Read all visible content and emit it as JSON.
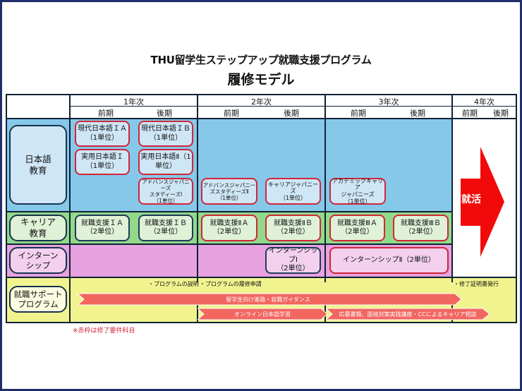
{
  "title": "THU留学生ステップアップ就職支援プログラム",
  "subtitle": "履修モデル",
  "years": [
    {
      "label": "1年次",
      "terms": [
        "前期",
        "後期"
      ]
    },
    {
      "label": "2年次",
      "terms": [
        "前期",
        "後期"
      ]
    },
    {
      "label": "3年次",
      "terms": [
        "前期",
        "後期"
      ]
    },
    {
      "label": "4年次",
      "terms": [
        "前期",
        "後期"
      ]
    }
  ],
  "categories": {
    "japanese": "日本語\n教育",
    "career": "キャリア\n教育",
    "internship": "インターン\nシップ",
    "support": "就職サポート\nプログラム"
  },
  "japanese_courses": [
    {
      "name": "現代日本語ＩＡ\n（1単位）",
      "required": true
    },
    {
      "name": "現代日本語ＩＢ\n（1単位）",
      "required": true
    },
    {
      "name": "実用日本語Ｉ\n（1単位）",
      "required": true
    },
    {
      "name": "実用日本語Ⅱ（1\n単位）",
      "required": true
    },
    {
      "name": "アドバンスジャパニーズ\nスタディーズⅠ\n（1単位）",
      "required": true
    },
    {
      "name": "アドバンスジャパニー\nズスタディーズⅡ\n（1単位）",
      "required": true
    },
    {
      "name": "キャリアジャパニーズ\n（1単位）",
      "required": true
    },
    {
      "name": "アカデミックキャリア\nジャパニーズ\n（1単位）",
      "required": true
    }
  ],
  "career_courses": [
    {
      "name": "就職支援ＩＡ\n（2単位）",
      "required": false
    },
    {
      "name": "就職支援ＩＢ\n（2単位）",
      "required": false
    },
    {
      "name": "就職支援ⅡＡ\n（2単位）",
      "required": true
    },
    {
      "name": "就職支援ⅡＢ\n（2単位）",
      "required": true
    },
    {
      "name": "就職支援ⅢＡ\n（2単位）",
      "required": true
    },
    {
      "name": "就職支援ⅢＢ\n（2単位）",
      "required": true
    }
  ],
  "internship_courses": [
    {
      "name": "インターンシップⅠ\n（2単位）",
      "required": false
    },
    {
      "name": "インターンシップⅡ（2単位）",
      "required": true
    }
  ],
  "job_hunting": "就活",
  "support_notes": {
    "explain": "・プログラムの説明",
    "apply": "・プログラムの履修申請",
    "certificate": "・修了証明書発行"
  },
  "support_bars": {
    "guidance": "留学生向け進路・就職ガイダンス",
    "online": "オンライン日本語学習",
    "practice": "応募書類、面接対策実践講座・CCによるキャリア相談"
  },
  "footnote": "※赤枠は修了要件科目",
  "colors": {
    "frame": "#1f2d6b",
    "japanese_bg": "#86c8ea",
    "career_bg": "#92d98a",
    "internship_bg": "#e7a2df",
    "support_bg": "#f1f38e",
    "required_border": "#d0263a",
    "arrow": "#f20a0a",
    "bar": "#f26660"
  }
}
